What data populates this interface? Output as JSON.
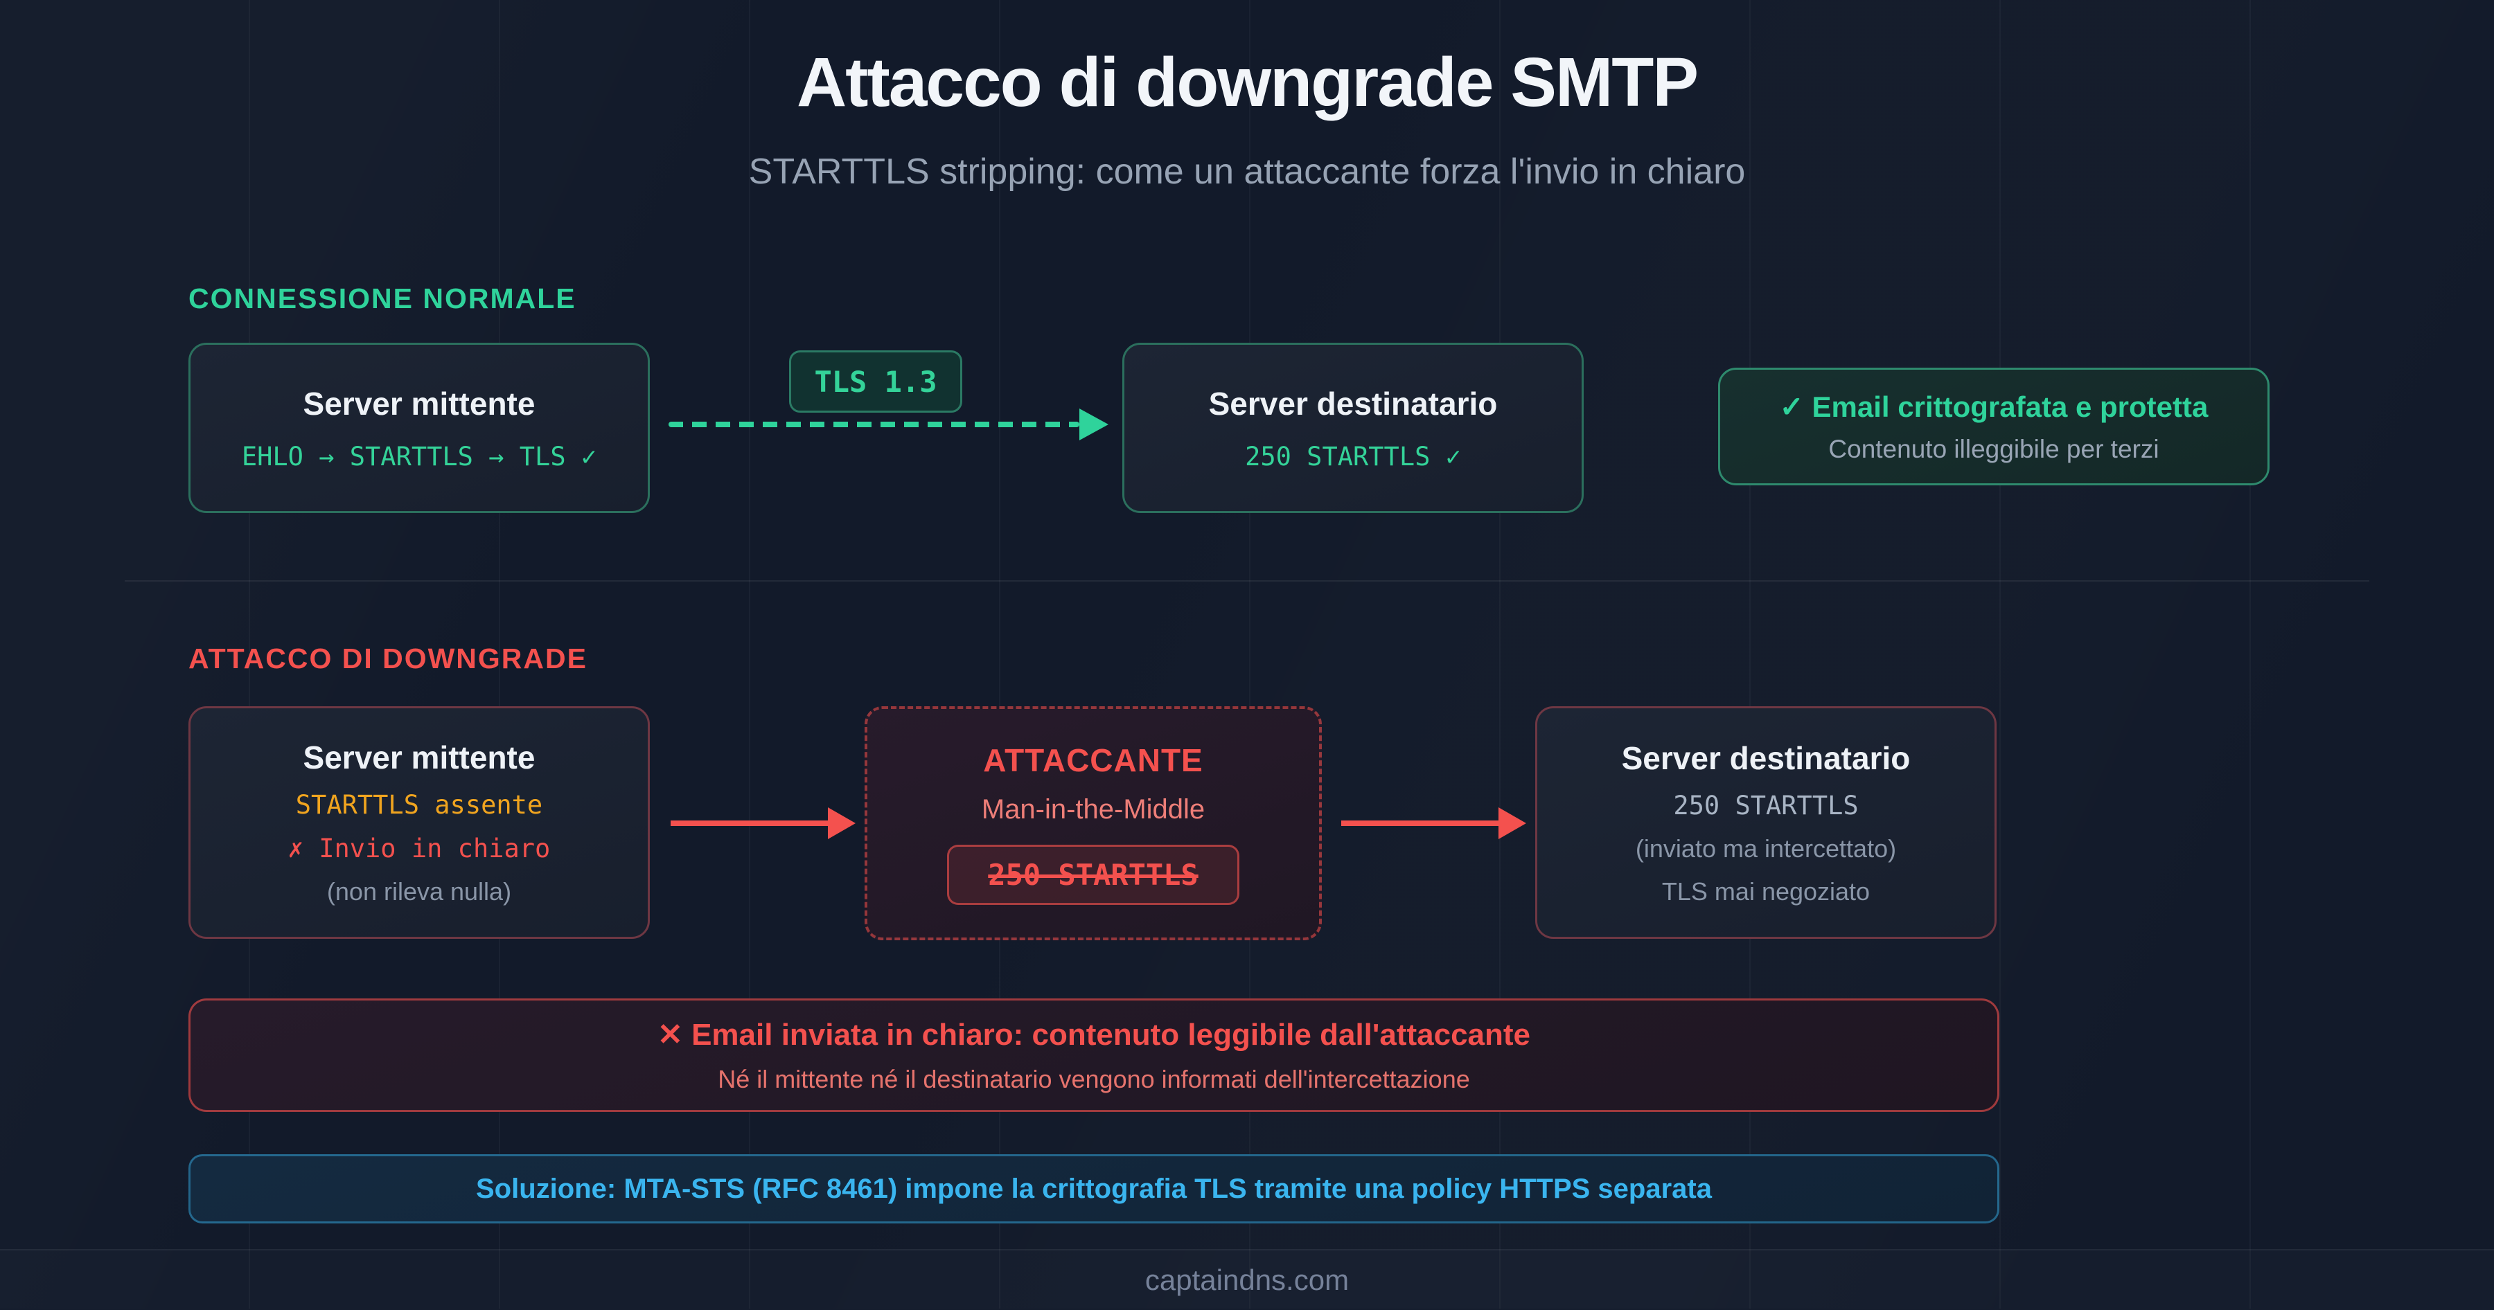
{
  "page": {
    "title": "Attacco di downgrade SMTP",
    "subtitle": "STARTTLS stripping: come un attaccante forza l'invio in chiaro",
    "footer": "captaindns.com"
  },
  "colors": {
    "background": "#121a2a",
    "green_accent": "#2fd39b",
    "red_accent": "#f4514e",
    "amber_accent": "#f0a41f",
    "blue_accent": "#3ab5ef"
  },
  "icons": {
    "check": "✓",
    "cross": "✕"
  },
  "normal_section": {
    "label": "CONNESSIONE NORMALE",
    "sender": {
      "title": "Server mittente",
      "code": "EHLO → STARTTLS → TLS ✓"
    },
    "arrow_badge": "TLS 1.3",
    "receiver": {
      "title": "Server destinatario",
      "code": "250 STARTTLS ✓"
    },
    "status": {
      "icon": "✓",
      "title": "Email crittografata e protetta",
      "subtitle": "Contenuto illeggibile per terzi"
    }
  },
  "attack_section": {
    "label": "ATTACCO DI DOWNGRADE",
    "sender": {
      "title": "Server mittente",
      "code_amber": "STARTTLS assente",
      "code_red": "✗ Invio in chiaro",
      "note": "(non rileva nulla)"
    },
    "attacker": {
      "title": "ATTACCANTE",
      "subtitle": "Man-in-the-Middle",
      "badge": "250 STARTTLS"
    },
    "receiver": {
      "title": "Server destinatario",
      "code": "250 STARTTLS",
      "note1": "(inviato ma intercettato)",
      "note2": "TLS mai negoziato"
    },
    "warning": {
      "icon": "✕",
      "title": "Email inviata in chiaro: contenuto leggibile dall'attaccante",
      "subtitle": "Né il mittente né il destinatario vengono informati dell'intercettazione"
    },
    "solution": "Soluzione: MTA-STS (RFC 8461) impone la crittografia TLS tramite una policy HTTPS separata"
  }
}
